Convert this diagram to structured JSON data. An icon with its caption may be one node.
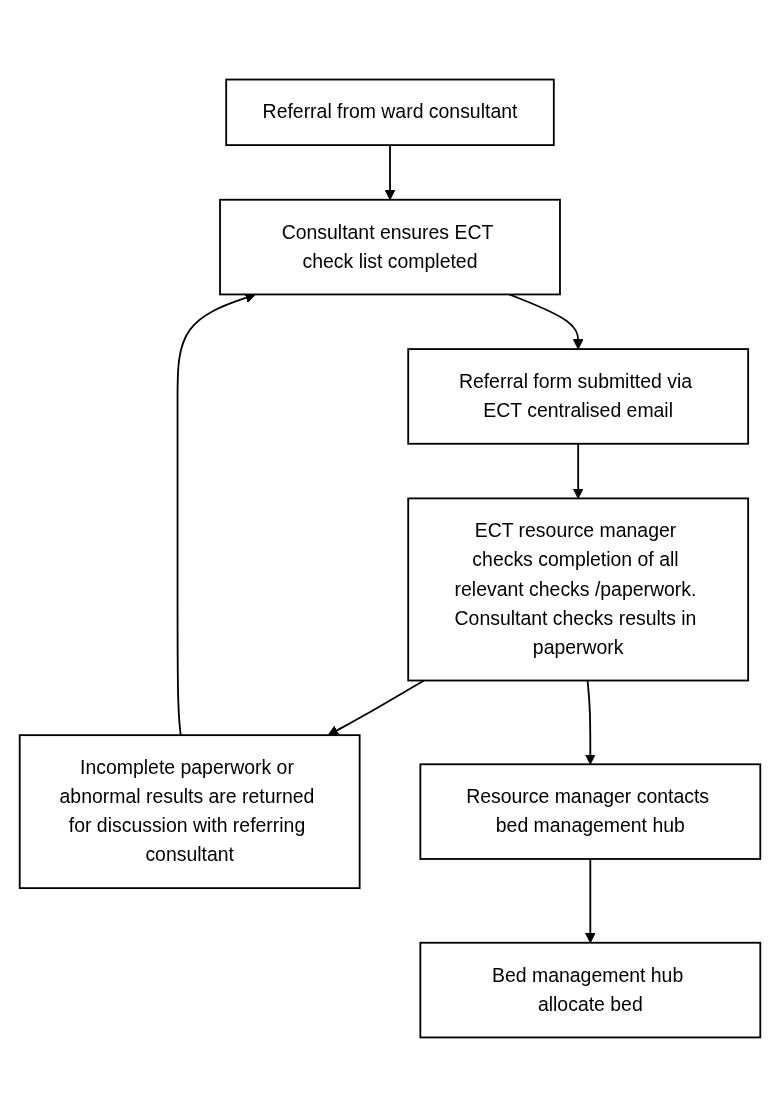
{
  "diagram": {
    "nodes": [
      {
        "text": [
          "Referral from ward consultant"
        ]
      },
      {
        "text": [
          "Consultant ensures ECT check list completed"
        ]
      },
      {
        "text": [
          "Referral form submitted via ECT centralised email"
        ]
      },
      {
        "text": [
          "ECT resource manager checks completion of all relevant checks /paperwork. Consultant checks results in paperwork"
        ]
      },
      {
        "text": [
          "Incomplete paperwork or abnormal results are returned for discussion with referring consultant"
        ]
      },
      {
        "text": [
          "Resource manager contacts bed management hub"
        ]
      },
      {
        "text": [
          "Bed management hub allocate bed"
        ]
      }
    ],
    "edges": [
      {
        "from": 0,
        "to": 1,
        "arrow": "to"
      },
      {
        "from": 1,
        "to": 2,
        "arrow": "to"
      },
      {
        "from": 2,
        "to": 3,
        "arrow": "to"
      },
      {
        "from": 3,
        "to": 4,
        "arrow": "to"
      },
      {
        "from": 4,
        "to": 1,
        "arrow": "to"
      },
      {
        "from": 3,
        "to": 5,
        "arrow": "to"
      },
      {
        "from": 5,
        "to": 6,
        "arrow": "to"
      }
    ]
  }
}
